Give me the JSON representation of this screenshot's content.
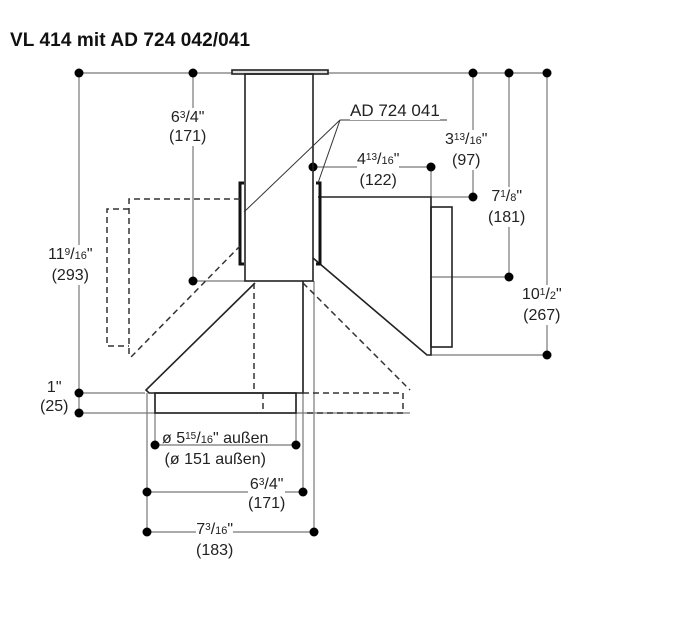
{
  "title": "VL 414 mit AD 724 042/041",
  "callout": "AD 724 041",
  "dimensions": {
    "top_width": {
      "whole": "6",
      "num": "3",
      "den": "4",
      "metric": "(171)"
    },
    "duct_offset": {
      "whole": "4",
      "num": "13",
      "den": "16",
      "metric": "(122)"
    },
    "upper_right": {
      "whole": "3",
      "num": "13",
      "den": "16",
      "metric": "(97)"
    },
    "mid_right": {
      "whole": "7",
      "num": "1",
      "den": "8",
      "metric": "(181)"
    },
    "total_right": {
      "whole": "10",
      "num": "1",
      "den": "2",
      "metric": "(267)"
    },
    "total_left": {
      "whole": "11",
      "num": "9",
      "den": "16",
      "metric": "(293)"
    },
    "bottom_flange": {
      "whole": "1",
      "metric": "(25)"
    },
    "diameter": {
      "prefix": "ø 5",
      "num": "15",
      "den": "16",
      "suffix": "\" außen",
      "metric": "(ø 151 außen)"
    },
    "bottom_width": {
      "whole": "6",
      "num": "3",
      "den": "4",
      "metric": "(171)"
    },
    "bottom_total": {
      "whole": "7",
      "num": "3",
      "den": "16",
      "metric": "(183)"
    }
  },
  "unit_mark": "\""
}
